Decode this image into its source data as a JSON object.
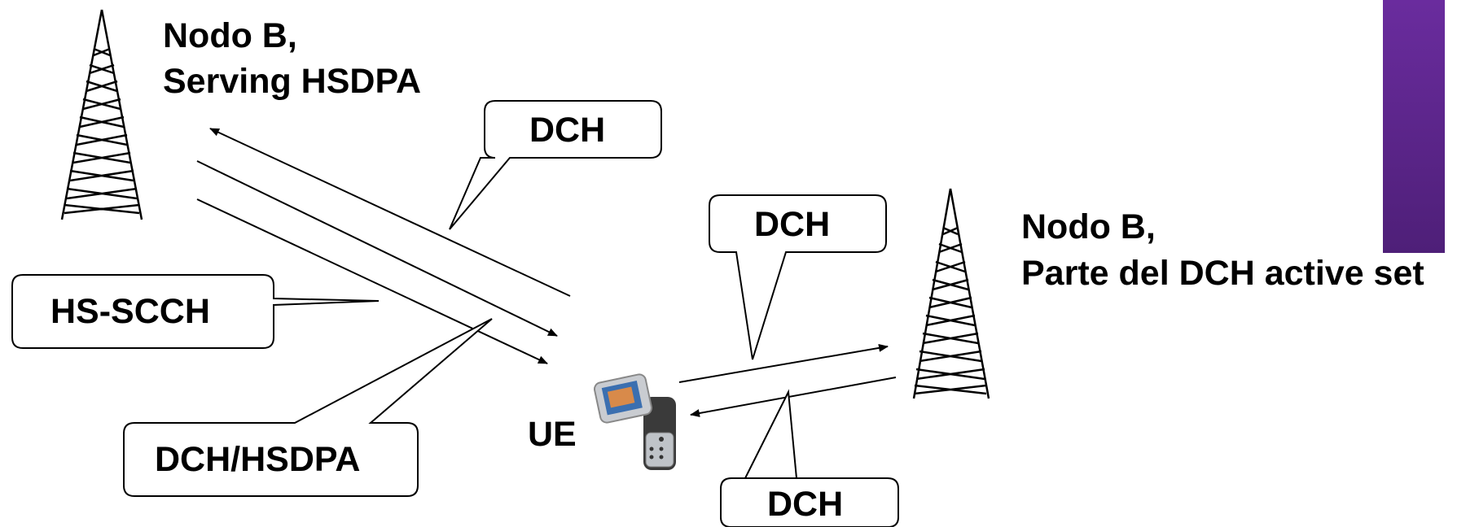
{
  "diagram": {
    "node_b_serving": {
      "line1": "Nodo B,",
      "line2": "Serving HSDPA"
    },
    "node_b_active": {
      "line1": "Nodo B,",
      "line2": "Parte del DCH active set"
    },
    "ue_label": "UE",
    "callouts": {
      "dch_top": "DCH",
      "dch_mid": "DCH",
      "dch_bottom": "DCH",
      "hs_scch": "HS-SCCH",
      "dch_hsdpa": "DCH/HSDPA"
    }
  },
  "colors": {
    "accent_bar": "#5a2488",
    "lines": "#000000"
  }
}
